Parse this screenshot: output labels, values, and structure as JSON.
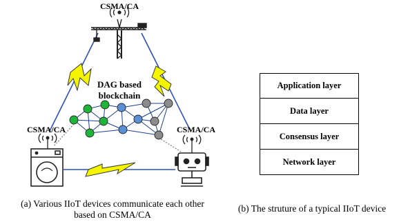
{
  "diagram": {
    "csma_top": "CSMA/CA",
    "csma_left": "CSMA/CA",
    "csma_right": "CSMA/CA",
    "blockchain_line1": "DAG based",
    "blockchain_line2": "blockchain",
    "caption_a_line1": "(a) Various IIoT devices communicate each other",
    "caption_a_line2": "based on CSMA/CA",
    "caption_b": "(b) The struture of a typical IIoT device"
  },
  "layers": [
    {
      "label": "Application layer"
    },
    {
      "label": "Data layer"
    },
    {
      "label": "Consensus layer"
    },
    {
      "label": "Network layer"
    }
  ],
  "colors": {
    "node_green": "#1fb53b",
    "node_blue": "#5b8fd6",
    "node_gray": "#8c8c8c",
    "bolt_fill": "#f5f500",
    "link_blue": "#2a4fb5"
  },
  "icons": [
    "crane-icon",
    "washing-machine-icon",
    "robot-icon",
    "wifi-signal-icon",
    "lightning-bolt-icon"
  ]
}
